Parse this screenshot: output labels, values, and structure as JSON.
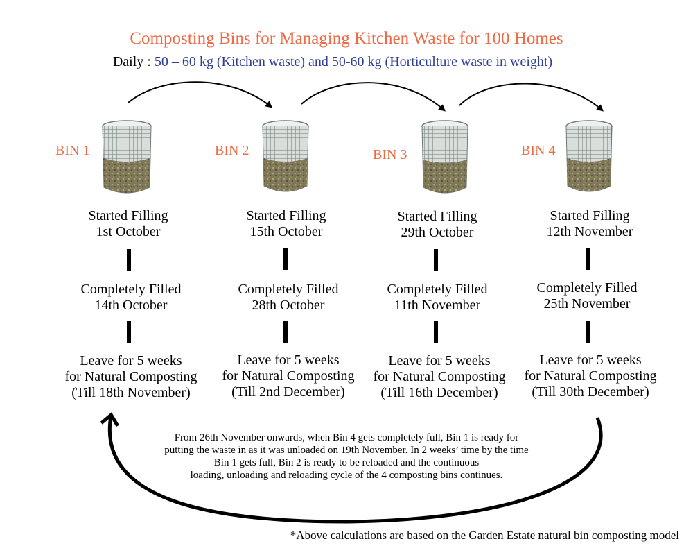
{
  "title": "Composting Bins for Managing Kitchen Waste for 100 Homes",
  "daily": {
    "label": "Daily : ",
    "amount": "50 – 60 kg (Kitchen waste) and 50-60 kg (Horticulture waste in weight)"
  },
  "bins": [
    {
      "label": "BIN 1",
      "started_title": "Started Filling",
      "started_date": "1st October",
      "filled_title": "Completely Filled",
      "filled_date": "14th October",
      "leave_line1": "Leave for 5 weeks",
      "leave_line2": "for Natural Composting",
      "leave_line3": "(Till 18th November)"
    },
    {
      "label": "BIN 2",
      "started_title": "Started Filling",
      "started_date": "15th October",
      "filled_title": "Completely Filled",
      "filled_date": "28th October",
      "leave_line1": "Leave for 5 weeks",
      "leave_line2": "for Natural Composting",
      "leave_line3": "(Till 2nd December)"
    },
    {
      "label": "BIN 3",
      "started_title": "Started Filling",
      "started_date": "29th October",
      "filled_title": "Completely Filled",
      "filled_date": "11th November",
      "leave_line1": "Leave for 5 weeks",
      "leave_line2": "for Natural Composting",
      "leave_line3": "(Till 16th December)"
    },
    {
      "label": "BIN 4",
      "started_title": "Started Filling",
      "started_date": "12th November",
      "filled_title": "Completely Filled",
      "filled_date": "25th November",
      "leave_line1": "Leave for 5 weeks",
      "leave_line2": "for Natural Composting",
      "leave_line3": "(Till 30th December)"
    }
  ],
  "cycle_note": {
    "line1": "From 26th November onwards, when Bin 4 gets completely full, Bin 1 is ready for",
    "line2": "putting the waste in as it was unloaded on 19th November. In 2 weeks’ time by the time",
    "line3": "Bin 1 gets full, Bin 2 is ready to be reloaded and the continuous",
    "line4": "loading, unloading and reloading cycle of the 4 composting bins continues."
  },
  "footnote": "*Above calculations are based on the Garden Estate natural bin composting model",
  "colors": {
    "title": "#ee6a45",
    "bin_label": "#ee6a45",
    "daily_amount": "#2f3f93",
    "mesh": "#7d8a85",
    "compost": "#6f6a4c"
  }
}
